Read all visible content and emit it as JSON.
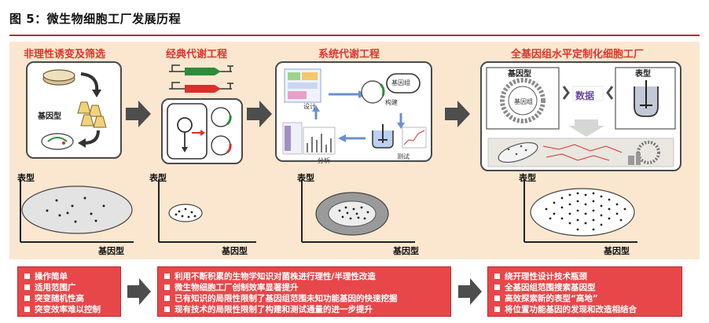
{
  "figure_title": "图 5：微生物细胞工厂发展历程",
  "stages": [
    {
      "title": "非理性诱变及筛选",
      "inner_label": "基因型"
    },
    {
      "title": "经典代谢工程"
    },
    {
      "title": "系统代谢工程",
      "cycle_labels": [
        "设计",
        "构建",
        "测试",
        "分析"
      ],
      "gene_label": "基因组"
    },
    {
      "title": "全基因组水平定制化细胞工厂",
      "left_label": "基因型",
      "right_label": "表型",
      "middle_label": "数据",
      "ring_label": "基因组"
    }
  ],
  "axes": {
    "y_label": "表型",
    "x_label": "基因型"
  },
  "bullet_boxes": [
    {
      "items": [
        "操作简单",
        "适用范围广",
        "突变随机性高",
        "突变效率难以控制"
      ]
    },
    {
      "items": [
        "利用不断积累的生物学知识对菌株进行理性/半理性改造",
        "微生物细胞工厂创制效率显著提升",
        "已有知识的局限性限制了基因组范围未知功能基因的快速挖掘",
        "现有技术的局限性限制了构建和测试通量的进一步提升"
      ]
    },
    {
      "items": [
        "绕开理性设计技术瓶颈",
        "全基因组范围搜索基因型",
        "高效探索新的表型“高地”",
        "将位置功能基因的发现和改造相结合"
      ]
    }
  ],
  "colors": {
    "accent": "#e0332b",
    "panel_bg": "#fbe7cf",
    "box_red": "#e8474a",
    "arrow_gray": "#4d4d4d",
    "ellipse_gray": "#e3e3e3",
    "ring_dark": "#8a8a8a",
    "gene_green": "#2e8b3a",
    "gene_red": "#d9302b"
  }
}
